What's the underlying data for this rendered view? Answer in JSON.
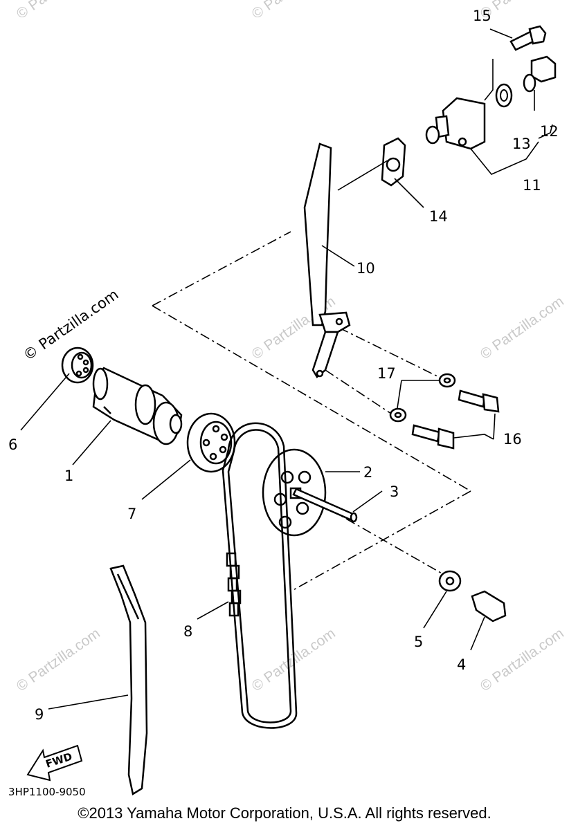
{
  "watermarks": [
    "© Partzilla.com"
  ],
  "callouts": [
    "1",
    "2",
    "3",
    "4",
    "5",
    "6",
    "7",
    "8",
    "9",
    "10",
    "11",
    "12",
    "13",
    "14",
    "15",
    "16",
    "17"
  ],
  "direction_badge": "FWD",
  "diagram_code": "3HP1100-9050",
  "copyright": "©2013  Yamaha Motor Corporation, U.S.A. All rights reserved."
}
